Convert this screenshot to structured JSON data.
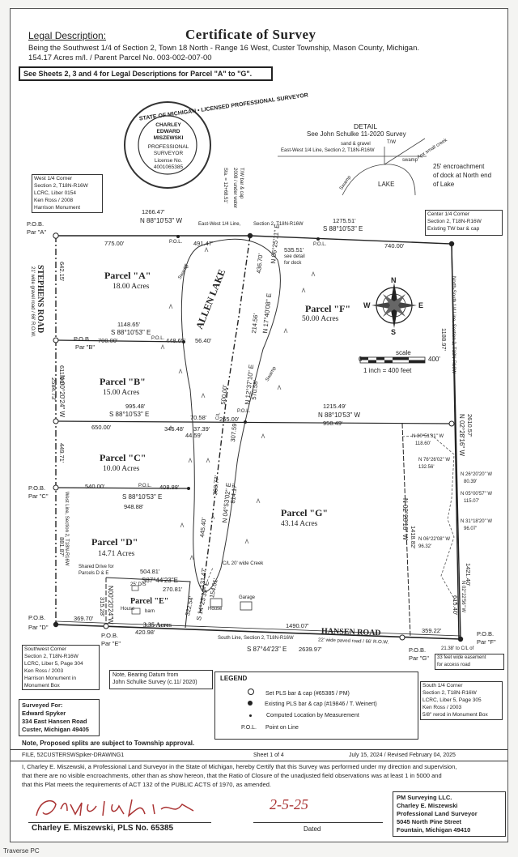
{
  "header": {
    "legal_label": "Legal Description:",
    "title": "Certificate of Survey",
    "description_lines": [
      "Being the Southwest 1/4 of Section 2, Town 18 North - Range 16 West, Custer Township, Mason County, Michigan.",
      "154.17 Acres m/l. / Parent Parcel No. 003-002-007-00"
    ],
    "sheets_note": "See Sheets 2, 3 and 4 for Legal Descriptions for Parcel \"A\" to \"G\"."
  },
  "seal": {
    "ring_text": "STATE OF MICHIGAN  •  LICENSED PROFESSIONAL SURVEYOR",
    "lines": [
      "CHARLEY",
      "EDWARD",
      "MISZEWSKI",
      "PROFESSIONAL",
      "SURVEYOR",
      "License No.",
      "4001065385"
    ]
  },
  "detail": {
    "title": "DETAIL",
    "ref": "See John Schulke 11-2020 Survey",
    "sand": "sand & gravel",
    "tw": "T/W",
    "line": "East-West 1/4 Line, Section 2, T18N-R16W",
    "creek": "Apx small creek",
    "swamp1": "Swamp",
    "swamp2": "swamp",
    "lake": "LAKE",
    "encroach": [
      "25' encroachment",
      "of dock at North end",
      "of Lake"
    ]
  },
  "corners": {
    "west": [
      "West 1/4 Corner",
      "Section 2, T18N-R16W",
      "LCRC, Liber 0154",
      "Ken Ross / 2008",
      "Harrison Monument"
    ],
    "center": [
      "Center 1/4 Corner",
      "Section 2, T18N-R16W",
      "Existing TW bar & cap"
    ],
    "southwest": [
      "Southwest Corner",
      "Section 2, T18N-R16W",
      "LCRC, Liber 5, Page 304",
      "Ken Ross / 2003",
      "Harrison Monument in",
      "Monument Box"
    ],
    "south": [
      "South 1/4 Corner",
      "Section 2, T18N-R16W",
      "LCRC, Liber 5, Page 305",
      "Ken Ross / 2003",
      "5/8\" rerod in Monument Box"
    ]
  },
  "pob": {
    "a": [
      "P.O.B.",
      "Par \"A\""
    ],
    "b": [
      "P.O.B.",
      "Par \"B\""
    ],
    "c": [
      "P.O.B.",
      "Par \"C\""
    ],
    "d": [
      "P.O.B.",
      "Par \"D\""
    ],
    "e": [
      "P.O.B.",
      "Par \"E\""
    ],
    "f": [
      "P.O.B.",
      "Par \"F\""
    ],
    "g": [
      "P.O.B.",
      "Par \"G\""
    ]
  },
  "parcels": {
    "a": {
      "name": "Parcel \"A\"",
      "acres": "18.00 Acres"
    },
    "b": {
      "name": "Parcel \"B\"",
      "acres": "15.00 Acres"
    },
    "c": {
      "name": "Parcel \"C\"",
      "acres": "10.00 Acres"
    },
    "d": {
      "name": "Parcel \"D\"",
      "acres": "14.71 Acres"
    },
    "e": {
      "name": "Parcel \"E\"",
      "acres": "3.35 Acres"
    },
    "f": {
      "name": "Parcel \"F\"",
      "acres": "50.00 Acres"
    },
    "g": {
      "name": "Parcel \"G\"",
      "acres": "43.14 Acres"
    }
  },
  "labels": {
    "allen_lake": "ALLEN LAKE",
    "stephens_road": "STEPHENS ROAD",
    "stephens_sub": "21' wide gravel road / 66' R.O.W.",
    "hansen_road": "HANSEN ROAD",
    "hansen_sub": "22' wide paved road / 66' R.O.W.",
    "ew_line": "East-West 1/4 Line,",
    "ew_line2": "Section 2, T18N-R16W",
    "ns_line": "North-South 1/4 Line, Section 2, T18N-R16W",
    "west_line": "West Line, Section 2, T18N-R16W",
    "south_line": "South Line, Section 2, T18N-R16W",
    "swamp": "Swamp",
    "swamp2": "Swamp",
    "see_detail": [
      "see detail",
      "for dock"
    ],
    "tw_note": [
      "T/W bar & cap",
      "2008 / under water"
    ],
    "sta": "Sta. = 12+68.51'",
    "creek": "C/L 20' wide Creek",
    "shared_drive": [
      "Shared Drive for",
      "Parcels D & E"
    ],
    "barn": "barn",
    "house": "House",
    "house2": "House",
    "garage": "Garage",
    "drive25": "25' D/S",
    "cl": "C/L",
    "encroach_f": [
      "33 feet wide easement",
      "for access road"
    ],
    "c_l_f": "21.38' to C/L of"
  },
  "bearings": {
    "top_w": "N 88°10'53\" W",
    "top_e": "S 88°10'53\" E",
    "b_line": "S 88°10'53\" E",
    "c_line": "S 88°10'53\" E",
    "d_line": "S 88°10'53\" E",
    "g_top": "N 88°10'53\" W",
    "west": "N 00°20'24\" W",
    "east": "N 02°28'16\" W",
    "east2": "N 02°28'16\" W",
    "south": "S 87°44'23\" E",
    "e_top": "S87°44'23\"E",
    "e_side": "N00°20'24\"W",
    "lake1": "N 06°25'11\" E",
    "lake2": "N 17°40'08\" E",
    "lake3": "N 12°37'10\" E",
    "lake4": "N 04°53'02\" E",
    "lake5": "S 14°23'39\" E",
    "ne1": "N 80°51'31\" W",
    "ne2": "N 76°26'02\" W",
    "ne3": "N 26°20'20\" W",
    "ne4": "N 05°00'57\" W",
    "ne5": "N 31°18'20\" W",
    "ne6": "N 06°22'08\" W",
    "ne7": "N 02°22'56\" W"
  },
  "distances": {
    "top_total": "1266.47'",
    "top_775": "775.00'",
    "top_491": "491.47'",
    "top_1275": "1275.51'",
    "top_740": "740.00'",
    "top_535": "535.51'",
    "a_642": "642.15'",
    "b_1148": "1148.65'",
    "b_700": "700.00'",
    "b_448": "448.65'",
    "b_56": "56.40'",
    "b_611": "611.00'",
    "west_2584": "2584.73'",
    "c_995": "995.48'",
    "c_650": "650.00'",
    "c_345": "345.48'",
    "c_70": "70.58'",
    "c_37": "37.39'",
    "c_44": "44.59'",
    "c_265": "265.00'",
    "g_1215": "1215.49'",
    "g_950": "950.49'",
    "c_449": "449.71'",
    "d_540": "540.00'",
    "d_408": "408.88'",
    "d_948": "948.88'",
    "d_881": "881.87'",
    "e_504": "504.81'",
    "e_270": "270.81'",
    "e_315": "315.28'",
    "s_369": "369.70'",
    "s_420": "420.98'",
    "s_1490": "1490.07'",
    "s_359": "359.22'",
    "s_2639": "2639.97'",
    "lake_436": "436.70'",
    "lake_214": "214.56'",
    "lake_500": "500.00'",
    "lake_570": "570.58'",
    "lake_307": "307.59'",
    "lake_368": "368.77'",
    "lake_814": "814.17'",
    "lake_445": "445.40'",
    "lake_131": "131.47'",
    "lake_322": "322.54'",
    "lake_154": "154.01'",
    "east_1188": "1188.97'",
    "east_2610": "2610.57'",
    "east_1418": "1418.82'",
    "east_1421": "1421.40'",
    "east_615": "615.40'",
    "ne_118": "118.60'",
    "ne_132": "132.56'",
    "ne_80": "80.39'",
    "ne_115": "115.07'",
    "ne_96": "96.07'",
    "ne_96b": "96.32'"
  },
  "pol": "P.O.L.",
  "compass": {
    "n": "N",
    "s": "S",
    "e": "E",
    "w": "W"
  },
  "scale": {
    "label": "scale",
    "zero": "0",
    "max": "400'",
    "note": "1 inch = 400 feet"
  },
  "notes": {
    "bearing": [
      "Note, Bearing Datum from",
      "John Schulke Survey (c.11/ 2020)"
    ],
    "surveyed_for_label": "Surveyed For:",
    "surveyed_for": [
      "Edward Spyker",
      "334 East Hansen Road",
      "Custer, Michigan 49405"
    ],
    "splits": "Note, Proposed splits are subject to Township approval."
  },
  "legend": {
    "title": "LEGEND",
    "rows": [
      {
        "symbol": "open",
        "text": "Set PLS bar & cap (#65385 / PM)"
      },
      {
        "symbol": "filled",
        "text": "Existing PLS bar & cap (#19846 / T. Weinert)"
      },
      {
        "symbol": "small",
        "text": "Computed Location by Measurement"
      },
      {
        "symbol": "P.O.L.",
        "text": "Point on Line"
      }
    ]
  },
  "footer": {
    "file": "FILE, 52CUSTERSWSpiker-DRAWING1",
    "sheet": "Sheet 1 of 4",
    "date": "July 15, 2024 / Revised February 04, 2025",
    "certification": [
      "I, Charley E. Miszewski, a Professional Land Surveyor in the State of Michigan, hereby Certify that this Survey was performed under my direction and supervision,",
      "that there are no visible encroachments, other than as show hereon, that the Ratio of Closure of the unadjusted field observations was at least 1 in 5000 and",
      "that this Plat meets the requirements of ACT 132 of the PUBLIC ACTS of 1970, as amended."
    ],
    "signature": "Charley Miszewski",
    "signed_date": "2-5-25",
    "signer": "Charley E. Miszewski, PLS No. 65385",
    "dated": "Dated",
    "company": [
      "PM Surveying LLC.",
      "Charley E. Miszewski",
      "Professional Land Surveyor",
      "5045 North Pine Street",
      "Fountain, Michigan 49410"
    ],
    "bottom": "Traverse PC"
  }
}
